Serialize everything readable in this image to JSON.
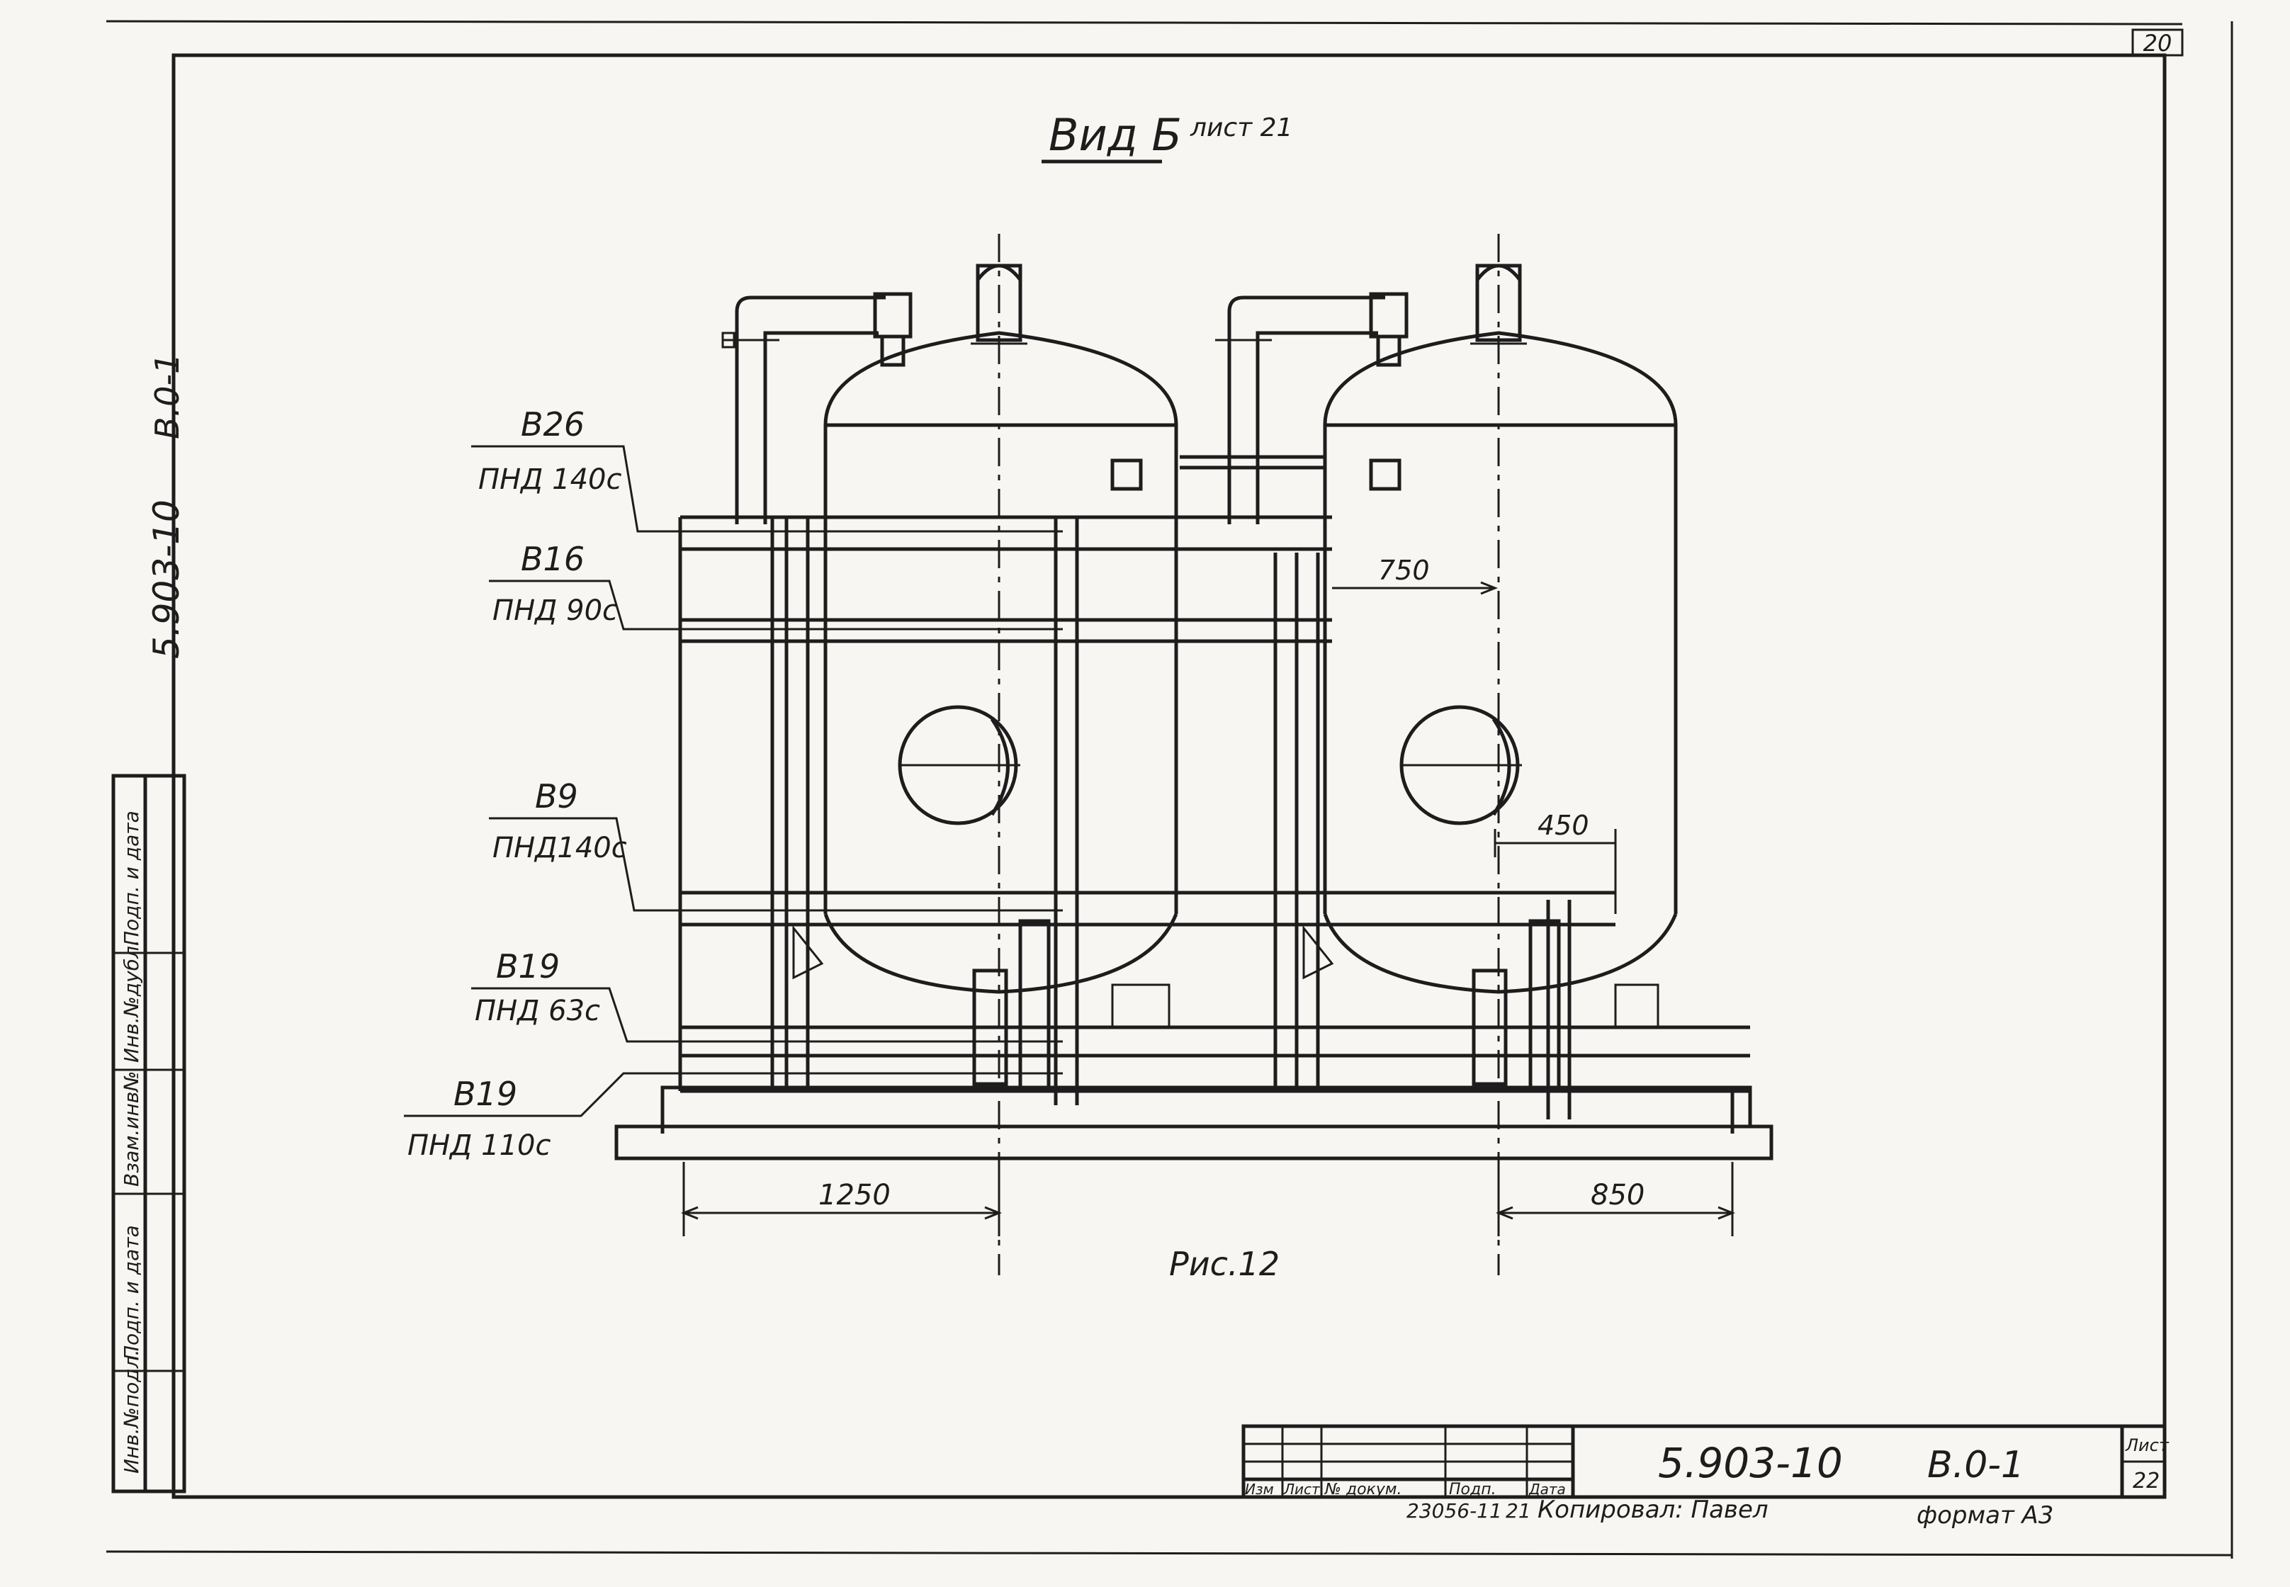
{
  "drawing": {
    "sheet_corner_number": "20",
    "view_title": "Вид Б",
    "view_ref": "лист 21",
    "figure_caption": "Рис.12",
    "left_doc_code": "5.903-10",
    "left_doc_series": "В.0-1"
  },
  "callouts": [
    {
      "code": "В26",
      "spec": "ПНД 140с"
    },
    {
      "code": "В16",
      "spec": "ПНД 90с"
    },
    {
      "code": "В9",
      "spec": "ПНД140с"
    },
    {
      "code": "В19",
      "spec": "ПНД 63с"
    },
    {
      "code": "В19",
      "spec": "ПНД 110с"
    }
  ],
  "dimensions": {
    "d750": "750",
    "d450": "450",
    "d1250": "1250",
    "d850": "850"
  },
  "side_stamp": [
    "Инв.№подл.",
    "Подп. и дата",
    "Взам.инв№",
    "Инв.№дубл.",
    "Подп. и дата"
  ],
  "title_block": {
    "headers": [
      "Изм",
      "Лист",
      "№ докум.",
      "Подп.",
      "Дата"
    ],
    "code": "5.903-10",
    "series": "В.0-1",
    "sheet_label": "Лист",
    "sheet_number": "22",
    "order_number": "23056-11",
    "order_suffix": "21",
    "copied_by": "Копировал: Павел",
    "format": "формат А3"
  }
}
